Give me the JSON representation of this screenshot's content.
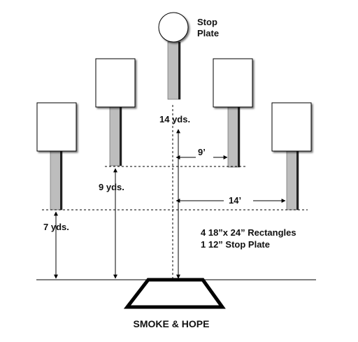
{
  "diagram": {
    "stop_plate_label_line1": "Stop",
    "stop_plate_label_line2": "Plate",
    "distance_14yds": "14 yds.",
    "distance_9yds": "9 yds.",
    "distance_7yds": "7 yds.",
    "spacing_9ft": "9’",
    "spacing_14ft": "14’",
    "notes_line1": "4 18”x 24” Rectangles",
    "notes_line2": "1 12” Stop Plate",
    "stage_name": "SMOKE & HOPE"
  },
  "colors": {
    "target_fill": "#ffffff",
    "stand_fill": "#bdbdbd",
    "stand_shadow": "#222222",
    "line": "#000000"
  }
}
